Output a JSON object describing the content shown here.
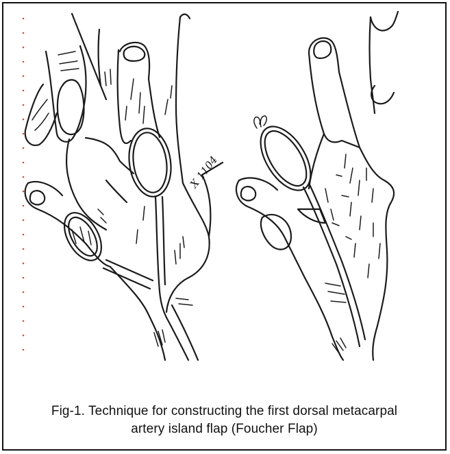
{
  "figure": {
    "caption_line1": "Fig-1. Technique for constructing the first dorsal metacarpal",
    "caption_line2": "artery island flap (Foucher Flap)",
    "annotation_left_panel": "X 1104",
    "colors": {
      "ink": "#1a1a1a",
      "border": "#111111",
      "margin_dots": "#d84a4a",
      "background": "#ffffff"
    }
  }
}
